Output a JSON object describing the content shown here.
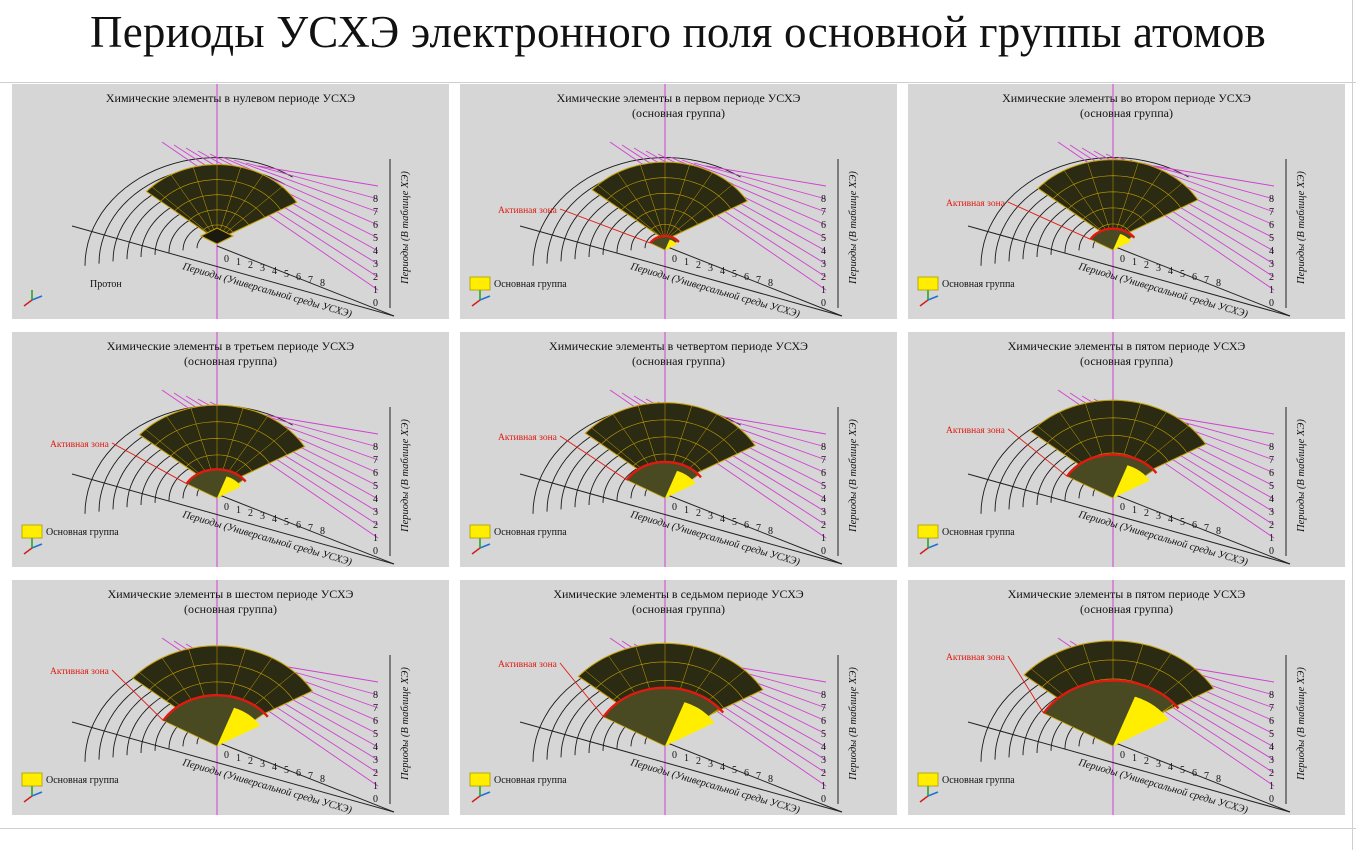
{
  "title": "Периоды УСХЭ электронного поля основной группы атомов",
  "axis_periods_label": "Периоды  (Универсальной среды УСХЭ)",
  "axis_table_label": "Периоды (В таблице ХЭ)",
  "active_zone_label": "Активная зона",
  "legend_main_group": "Основная группа",
  "proton_label": "Протон",
  "tick_labels": [
    "0",
    "1",
    "2",
    "3",
    "4",
    "5",
    "6",
    "7",
    "8"
  ],
  "colors": {
    "panel_bg": "#d6d6d6",
    "sector_fill": "#2b2b14",
    "grid_yellow": "#c8a000",
    "active_red": "#e01a10",
    "highlight_yellow": "#ffee00",
    "magenta": "#d040d0"
  },
  "panels": [
    {
      "title_line1": "Химические элементы в нулевом периоде УСХЭ",
      "title_line2": "",
      "stage": 0,
      "has_active": false,
      "has_proton": true
    },
    {
      "title_line1": "Химические элементы в первом периоде УСХЭ",
      "title_line2": "(основная группа)",
      "stage": 1,
      "has_active": true,
      "has_proton": false
    },
    {
      "title_line1": "Химические элементы во втором периоде УСХЭ",
      "title_line2": "(основная группа)",
      "stage": 2,
      "has_active": true,
      "has_proton": false
    },
    {
      "title_line1": "Химические элементы в третьем периоде УСХЭ",
      "title_line2": "(основная группа)",
      "stage": 3,
      "has_active": true,
      "has_proton": false
    },
    {
      "title_line1": "Химические элементы в четвертом периоде УСХЭ",
      "title_line2": "(основная группа)",
      "stage": 4,
      "has_active": true,
      "has_proton": false
    },
    {
      "title_line1": "Химические элементы в пятом периоде УСХЭ",
      "title_line2": "(основная группа)",
      "stage": 5,
      "has_active": true,
      "has_proton": false
    },
    {
      "title_line1": "Химические элементы в шестом периоде УСХЭ",
      "title_line2": "(основная группа)",
      "stage": 6,
      "has_active": true,
      "has_proton": false
    },
    {
      "title_line1": "Химические элементы в седьмом периоде УСХЭ",
      "title_line2": "(основная группа)",
      "stage": 7,
      "has_active": true,
      "has_proton": false
    },
    {
      "title_line1": "Химические элементы в пятом периоде УСХЭ",
      "title_line2": "(основная группа)",
      "stage": 8,
      "has_active": true,
      "has_proton": false
    }
  ]
}
